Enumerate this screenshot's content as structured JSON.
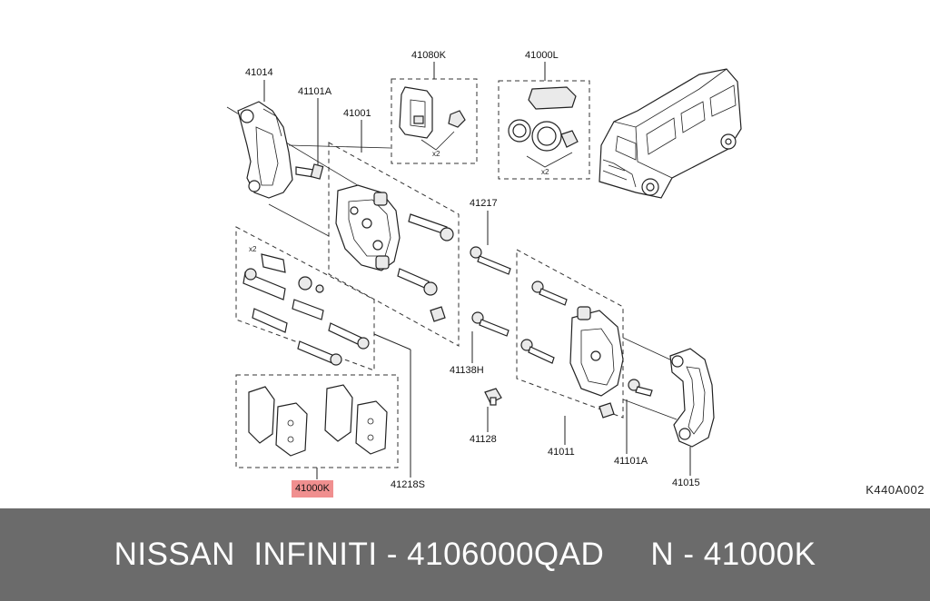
{
  "diagram": {
    "code": "K440A002",
    "labels": {
      "p41014": "41014",
      "p41101A_top": "41101A",
      "p41001": "41001",
      "p41080K": "41080K",
      "p41000L": "41000L",
      "p41217": "41217",
      "p41138H": "41138H",
      "p41128": "41128",
      "p41011": "41011",
      "p41101A_bottom": "41101A",
      "p41015": "41015",
      "p41218S": "41218S",
      "p41000K": "41000K"
    },
    "quantity_marks": [
      "x2",
      "x2",
      "x2"
    ],
    "highlight_color": "#f08f8f"
  },
  "footer": {
    "text": "NISSAN  INFINITI - 4106000QAD     N - 41000K",
    "background": "#6b6b6b"
  }
}
